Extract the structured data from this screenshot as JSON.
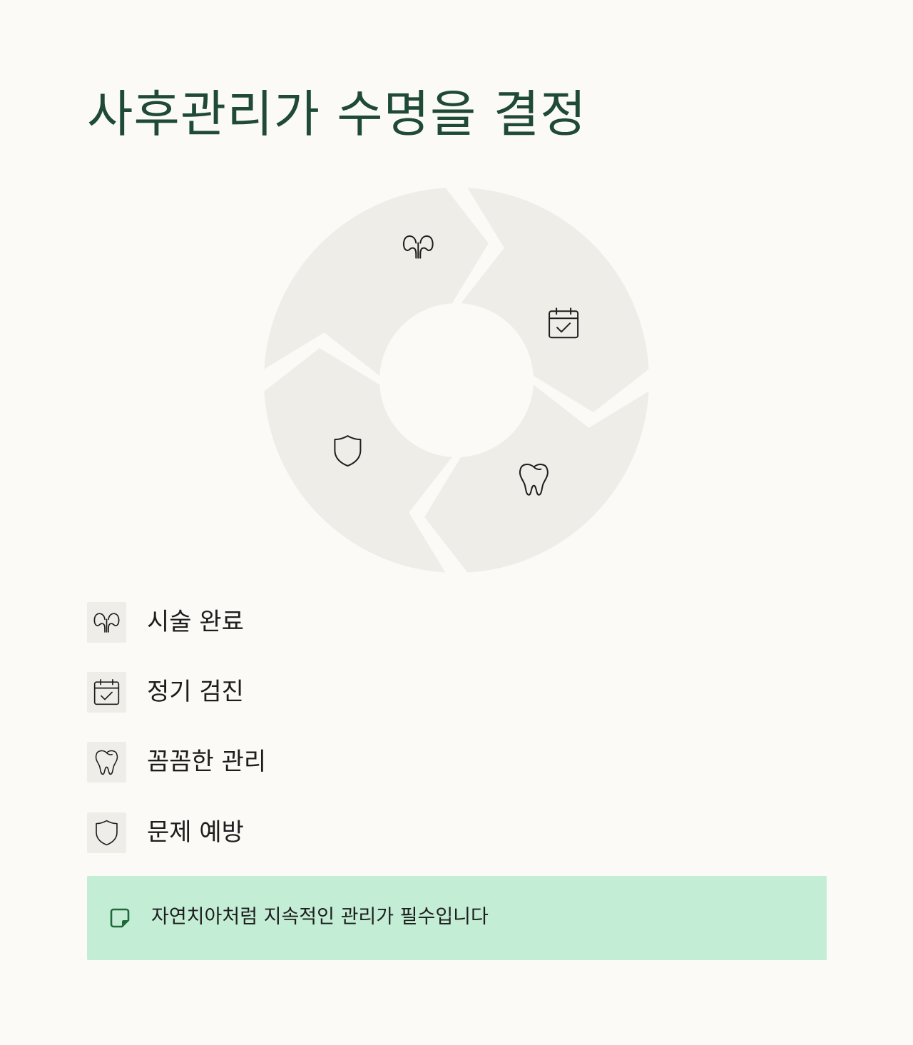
{
  "title": "사후관리가 수명을 결정",
  "cycle": {
    "segment_fill": "#efede8",
    "icon_color": "#1d1d1d",
    "steps": [
      {
        "icon": "kidney-icon",
        "label": "시술 완료"
      },
      {
        "icon": "calendar-check-icon",
        "label": "정기 검진"
      },
      {
        "icon": "tooth-icon",
        "label": "꼼꼼한 관리"
      },
      {
        "icon": "shield-icon",
        "label": "문제 예방"
      }
    ]
  },
  "note": {
    "icon": "note-icon",
    "text": "자연치아처럼 지속적인 관리가 필수입니다",
    "background": "#c3edd5",
    "accent": "#1f6a3a"
  },
  "colors": {
    "page_background": "#fbfaf6",
    "title": "#1f4a35"
  }
}
